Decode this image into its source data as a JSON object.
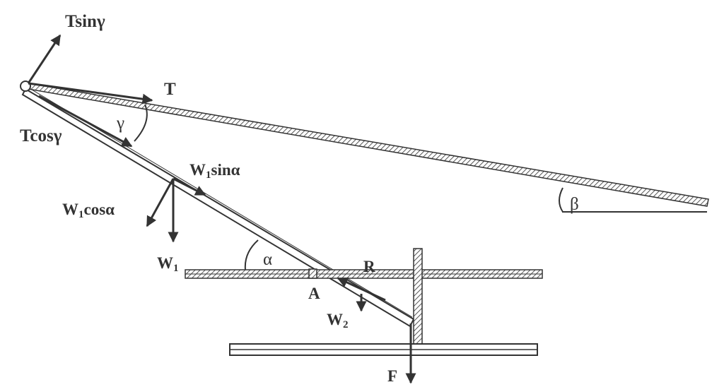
{
  "colors": {
    "ink": "#333333",
    "hatch": "#555555",
    "background": "#ffffff"
  },
  "labels": {
    "t_sin_gamma": "Tsinγ",
    "t": "T",
    "t_cos_gamma": "Tcosγ",
    "gamma": "γ",
    "w1_sin_alpha": {
      "main": "W",
      "sub": "1",
      "rest": "sinα"
    },
    "w1_cos_alpha": {
      "main": "W",
      "sub": "1",
      "rest": "cosα"
    },
    "w1": {
      "main": "W",
      "sub": "1"
    },
    "alpha": "α",
    "a": "A",
    "r": "R",
    "w2": {
      "main": "W",
      "sub": "2"
    },
    "f": "F",
    "beta": "β"
  }
}
